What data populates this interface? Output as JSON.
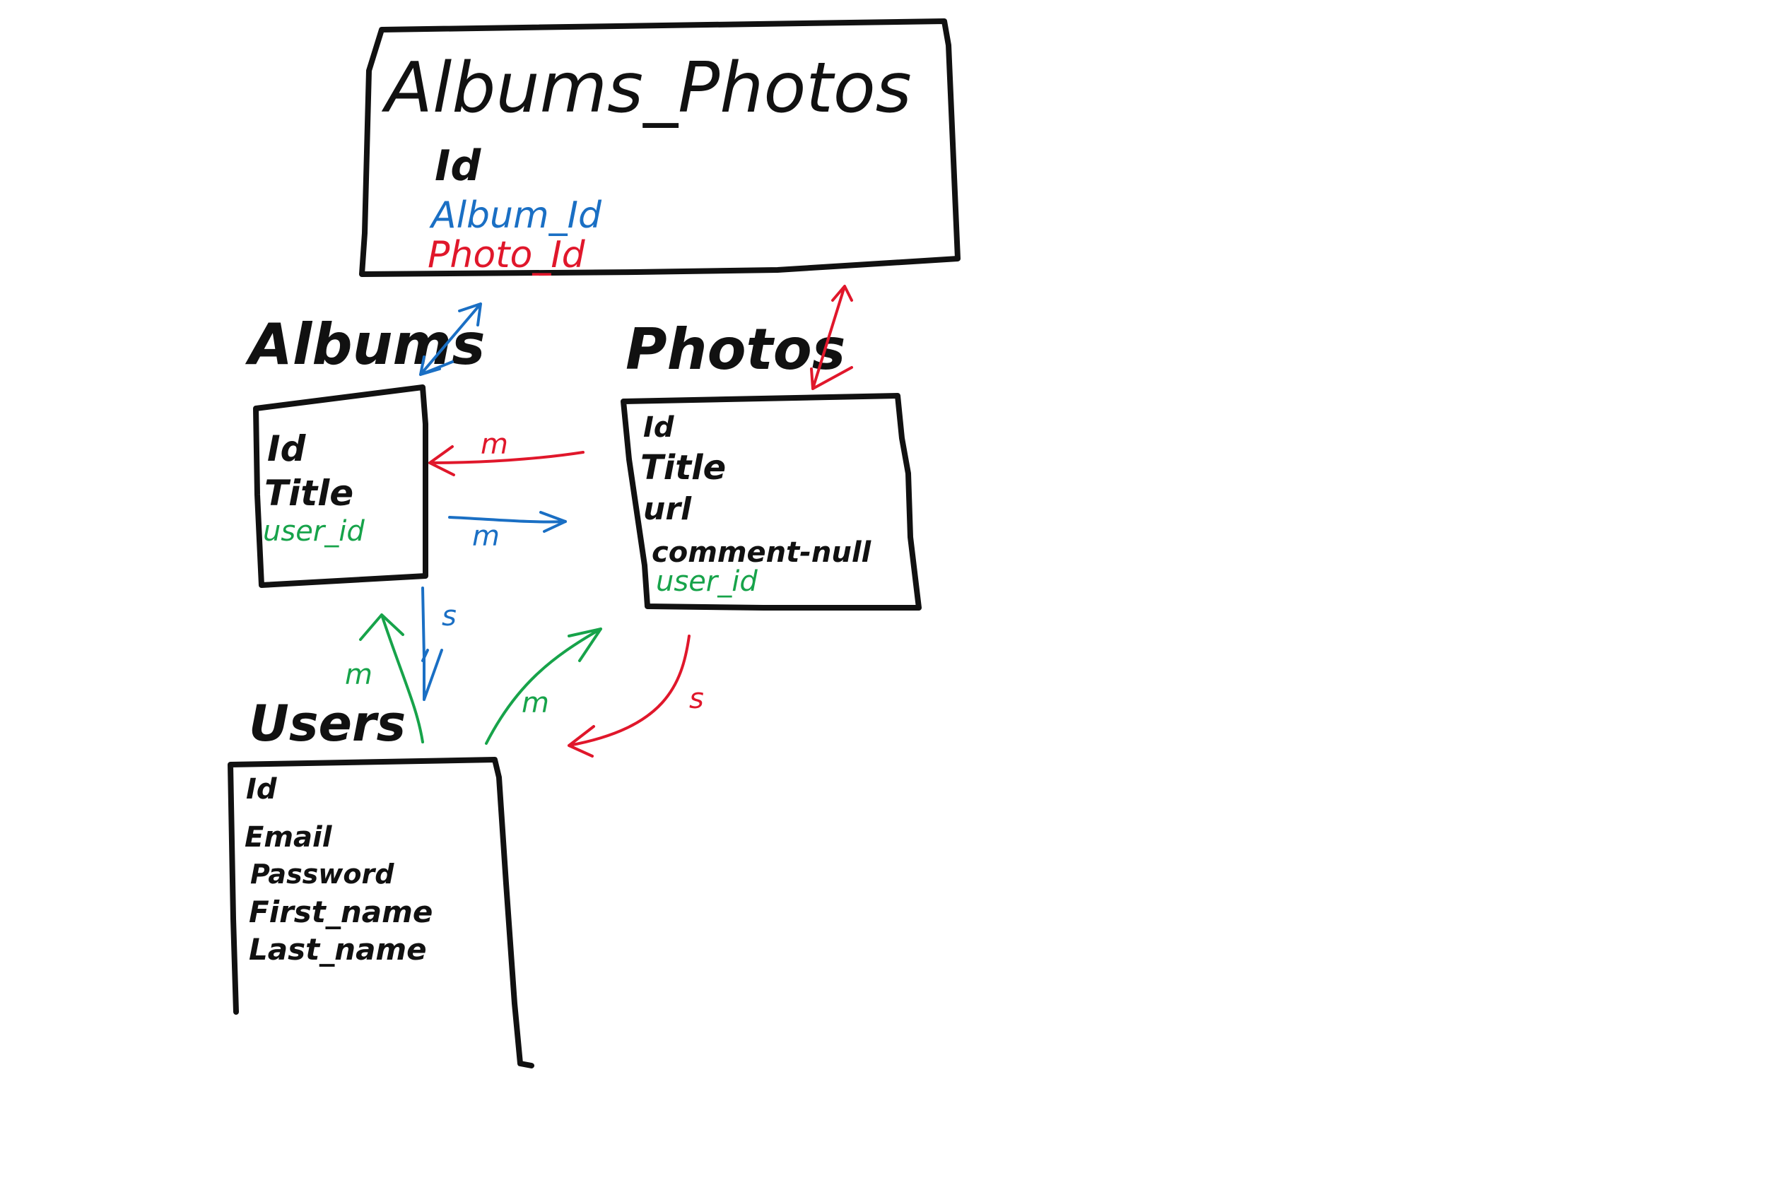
{
  "colors": {
    "ink": "#111111",
    "blue": "#1a6fc4",
    "red": "#e0172b",
    "green": "#17a34a"
  },
  "tables": {
    "albums_photos": {
      "title": "Albums_Photos",
      "fields": [
        {
          "text": "Id",
          "color": "ink"
        },
        {
          "text": "Album_Id",
          "color": "blue"
        },
        {
          "text": "Photo_Id",
          "color": "red"
        }
      ]
    },
    "albums": {
      "title": "Albums",
      "fields": [
        {
          "text": "Id",
          "color": "ink"
        },
        {
          "text": "Title",
          "color": "ink"
        },
        {
          "text": "user_id",
          "color": "green"
        }
      ]
    },
    "photos": {
      "title": "Photos",
      "fields": [
        {
          "text": "Id",
          "color": "ink"
        },
        {
          "text": "Title",
          "color": "ink"
        },
        {
          "text": "url",
          "color": "ink"
        },
        {
          "text": "comment-null",
          "color": "ink"
        },
        {
          "text": "user_id",
          "color": "green"
        }
      ]
    },
    "users": {
      "title": "Users",
      "fields": [
        {
          "text": "Id",
          "color": "ink"
        },
        {
          "text": "Email",
          "color": "ink"
        },
        {
          "text": "Password",
          "color": "ink"
        },
        {
          "text": "First_name",
          "color": "ink"
        },
        {
          "text": "Last_name",
          "color": "ink"
        }
      ]
    }
  },
  "relations": {
    "photos_to_albums": "m",
    "albums_to_photos": "m",
    "albums_to_users": "s",
    "users_to_albums": "m",
    "users_to_photos": "m",
    "photos_to_users": "s"
  }
}
